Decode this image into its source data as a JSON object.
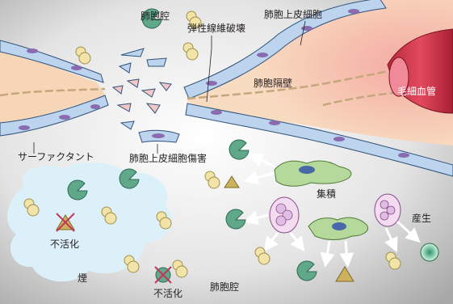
{
  "labels": {
    "alveolar_space_top": "肺胞腔",
    "alveolar_space_bottom": "肺胞腔",
    "epithelial_cells": "肺胞上皮細胞",
    "elastic_fiber_breakdown": "弾性線維破壊",
    "alveolar_wall": "肺胞隔壁",
    "capillary": "毛細血管",
    "surfactant": "サーファクタント",
    "epithelial_damage": "肺胞上皮細胞傷害",
    "accumulation": "集積",
    "production": "産生",
    "inactivated_left": "不活化",
    "inactivated_bottom": "不活化",
    "smoke": "煙"
  },
  "colors": {
    "tissue": "#f7d6b8",
    "epithelium": "#bcd4ee",
    "nucleus": "#8a6bb0",
    "capillary": "#d93b50",
    "smoke_cloud": "#dcf0fa",
    "protease_green": "#5fa88a",
    "antiprotease_yellow": "#f2e3a8",
    "triangle": "#cdb15c"
  }
}
